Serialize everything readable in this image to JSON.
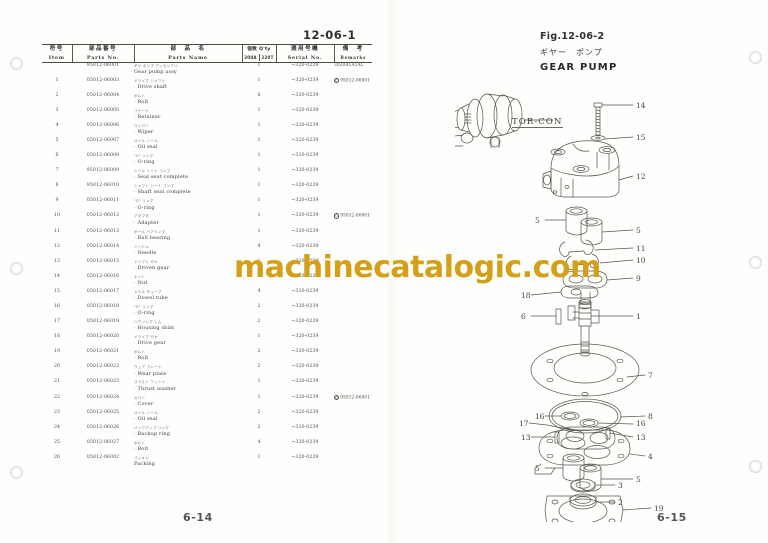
{
  "document": {
    "left_page_code": "12-06-1",
    "left_page_number": "6-14",
    "right_page_number": "6-15",
    "watermark": "machinecatalogic.com"
  },
  "table": {
    "columns": [
      {
        "jp": "符号",
        "en": "Item"
      },
      {
        "jp": "部品番号",
        "en": "Parts No."
      },
      {
        "jp": "部　品　名",
        "en": "Parts      Name"
      },
      {
        "jp": "個数 Q'ty",
        "en": "",
        "sub": [
          "200A",
          "220T"
        ]
      },
      {
        "jp": "適用号機",
        "en": "Serial No."
      },
      {
        "jp": "備　考",
        "en": "Remarks"
      }
    ],
    "rows": [
      {
        "item": "",
        "part_no": "95012-06001",
        "kana": "ギヤ ポンプ アッセンブリ",
        "name": "Gear pump assy",
        "bullet": false,
        "qty": "1",
        "serial": "~320-0239",
        "remark": "3020A1A1AL",
        "remark_c": false
      },
      {
        "item": "1",
        "part_no": "05012-06003",
        "kana": "ドライブ シャフト",
        "name": "Drive shaft",
        "bullet": true,
        "qty": "1",
        "serial": "~320-0239",
        "remark": "95012-06001",
        "remark_c": true
      },
      {
        "item": "2",
        "part_no": "05012-06004",
        "kana": "ボルト",
        "name": "Bolt",
        "bullet": true,
        "qty": "6",
        "serial": "~320-0239",
        "remark": "",
        "remark_c": false
      },
      {
        "item": "3",
        "part_no": "05012-06005",
        "kana": "リテーナ",
        "name": "Retainer",
        "bullet": true,
        "qty": "1",
        "serial": "~320-0239",
        "remark": "",
        "remark_c": false
      },
      {
        "item": "4",
        "part_no": "05012-06006",
        "kana": "ワイパー",
        "name": "Wiper",
        "bullet": true,
        "qty": "1",
        "serial": "~320-0239",
        "remark": "",
        "remark_c": false
      },
      {
        "item": "5",
        "part_no": "05012-06007",
        "kana": "オイル シール",
        "name": "Oil seal",
        "bullet": true,
        "qty": "1",
        "serial": "~320-0239",
        "remark": "",
        "remark_c": false
      },
      {
        "item": "6",
        "part_no": "05012-06008",
        "kana": "\"O\" リング",
        "name": "O-ring",
        "bullet": true,
        "qty": "1",
        "serial": "~320-0239",
        "remark": "",
        "remark_c": false
      },
      {
        "item": "7",
        "part_no": "95012-06009",
        "kana": "シール シート コンプ",
        "name": "Seal seat complete",
        "bullet": true,
        "qty": "1",
        "serial": "~320-0239",
        "remark": "",
        "remark_c": false
      },
      {
        "item": "8",
        "part_no": "95012-06010",
        "kana": "シャフト シート コンプ",
        "name": "Shaft seat complete",
        "bullet": true,
        "qty": "1",
        "serial": "~320-0239",
        "remark": "",
        "remark_c": false
      },
      {
        "item": "9",
        "part_no": "05012-06011",
        "kana": "\"O\" リング",
        "name": "O-ring",
        "bullet": true,
        "qty": "1",
        "serial": "~320-0239",
        "remark": "",
        "remark_c": false
      },
      {
        "item": "10",
        "part_no": "05012-06012",
        "kana": "アダプタ",
        "name": "Adapter",
        "bullet": true,
        "qty": "1",
        "serial": "~320-0239",
        "remark": "95012-06001",
        "remark_c": true
      },
      {
        "item": "11",
        "part_no": "05012-06013",
        "kana": "ボール ベアリング",
        "name": "Ball bearing",
        "bullet": true,
        "qty": "1",
        "serial": "~320-0239",
        "remark": "",
        "remark_c": false
      },
      {
        "item": "12",
        "part_no": "05012-06014",
        "kana": "ニードル",
        "name": "Needle",
        "bullet": true,
        "qty": "4",
        "serial": "~320-0239",
        "remark": "",
        "remark_c": false
      },
      {
        "item": "13",
        "part_no": "05012-06015",
        "kana": "ドリブン ギヤ",
        "name": "Driven gear",
        "bullet": true,
        "qty": "1",
        "serial": "~320-0239",
        "remark": "",
        "remark_c": false
      },
      {
        "item": "14",
        "part_no": "05012-06016",
        "kana": "ナット",
        "name": "Nut",
        "bullet": true,
        "qty": "2",
        "serial": "~320-0239",
        "remark": "",
        "remark_c": false
      },
      {
        "item": "15",
        "part_no": "05012-06017",
        "kana": "ドエル チューブ",
        "name": "Dowel tube",
        "bullet": true,
        "qty": "4",
        "serial": "~320-0239",
        "remark": "",
        "remark_c": false
      },
      {
        "item": "16",
        "part_no": "05012-06018",
        "kana": "\"O\" リング",
        "name": "O-ring",
        "bullet": true,
        "qty": "2",
        "serial": "~320-0239",
        "remark": "",
        "remark_c": false
      },
      {
        "item": "17",
        "part_no": "05012-06019",
        "kana": "ハウジング シム",
        "name": "Housing shim",
        "bullet": true,
        "qty": "2",
        "serial": "~320-0239",
        "remark": "",
        "remark_c": false
      },
      {
        "item": "18",
        "part_no": "05012-06020",
        "kana": "ドライブ ギヤ",
        "name": "Drive gear",
        "bullet": true,
        "qty": "1",
        "serial": "~320-0239",
        "remark": "",
        "remark_c": false
      },
      {
        "item": "19",
        "part_no": "05012-06021",
        "kana": "ボルト",
        "name": "Bolt",
        "bullet": true,
        "qty": "2",
        "serial": "~320-0239",
        "remark": "",
        "remark_c": false
      },
      {
        "item": "20",
        "part_no": "05012-06022",
        "kana": "ウェア プレート",
        "name": "Wear plate",
        "bullet": true,
        "qty": "2",
        "serial": "~320-0239",
        "remark": "",
        "remark_c": false
      },
      {
        "item": "21",
        "part_no": "05012-06023",
        "kana": "スラスト ワッシャ",
        "name": "Thrust washer",
        "bullet": true,
        "qty": "1",
        "serial": "~320-0239",
        "remark": "",
        "remark_c": false
      },
      {
        "item": "22",
        "part_no": "05012-06024",
        "kana": "カバー",
        "name": "Cover",
        "bullet": true,
        "qty": "1",
        "serial": "~320-0239",
        "remark": "95012-06001",
        "remark_c": true
      },
      {
        "item": "23",
        "part_no": "05012-06025",
        "kana": "オイル シール",
        "name": "Oil seal",
        "bullet": true,
        "qty": "2",
        "serial": "~320-0239",
        "remark": "",
        "remark_c": false
      },
      {
        "item": "24",
        "part_no": "05012-06026",
        "kana": "バックアップ リング",
        "name": "Backup ring",
        "bullet": true,
        "qty": "2",
        "serial": "~320-0239",
        "remark": "",
        "remark_c": false
      },
      {
        "item": "25",
        "part_no": "05012-06027",
        "kana": "ボルト",
        "name": "Bolt",
        "bullet": true,
        "qty": "4",
        "serial": "~320-0239",
        "remark": "",
        "remark_c": false
      },
      {
        "item": "26",
        "part_no": "05012-06002",
        "kana": "パッキン",
        "name": "Packing",
        "bullet": false,
        "qty": "1",
        "serial": "~320-0239",
        "remark": "",
        "remark_c": false
      }
    ]
  },
  "figure": {
    "code": "Fig.12-06-2",
    "kana_title": "ギヤー　ポンプ",
    "en_title": "GEAR  PUMP",
    "tor_con_label": "TOR-CON",
    "callouts": [
      "14",
      "15",
      "12",
      "5",
      "5",
      "11",
      "10",
      "9",
      "18",
      "6",
      "1",
      "7",
      "8",
      "17",
      "13",
      "13",
      "5",
      "5",
      "16",
      "16",
      "4",
      "3",
      "2",
      "19"
    ]
  }
}
